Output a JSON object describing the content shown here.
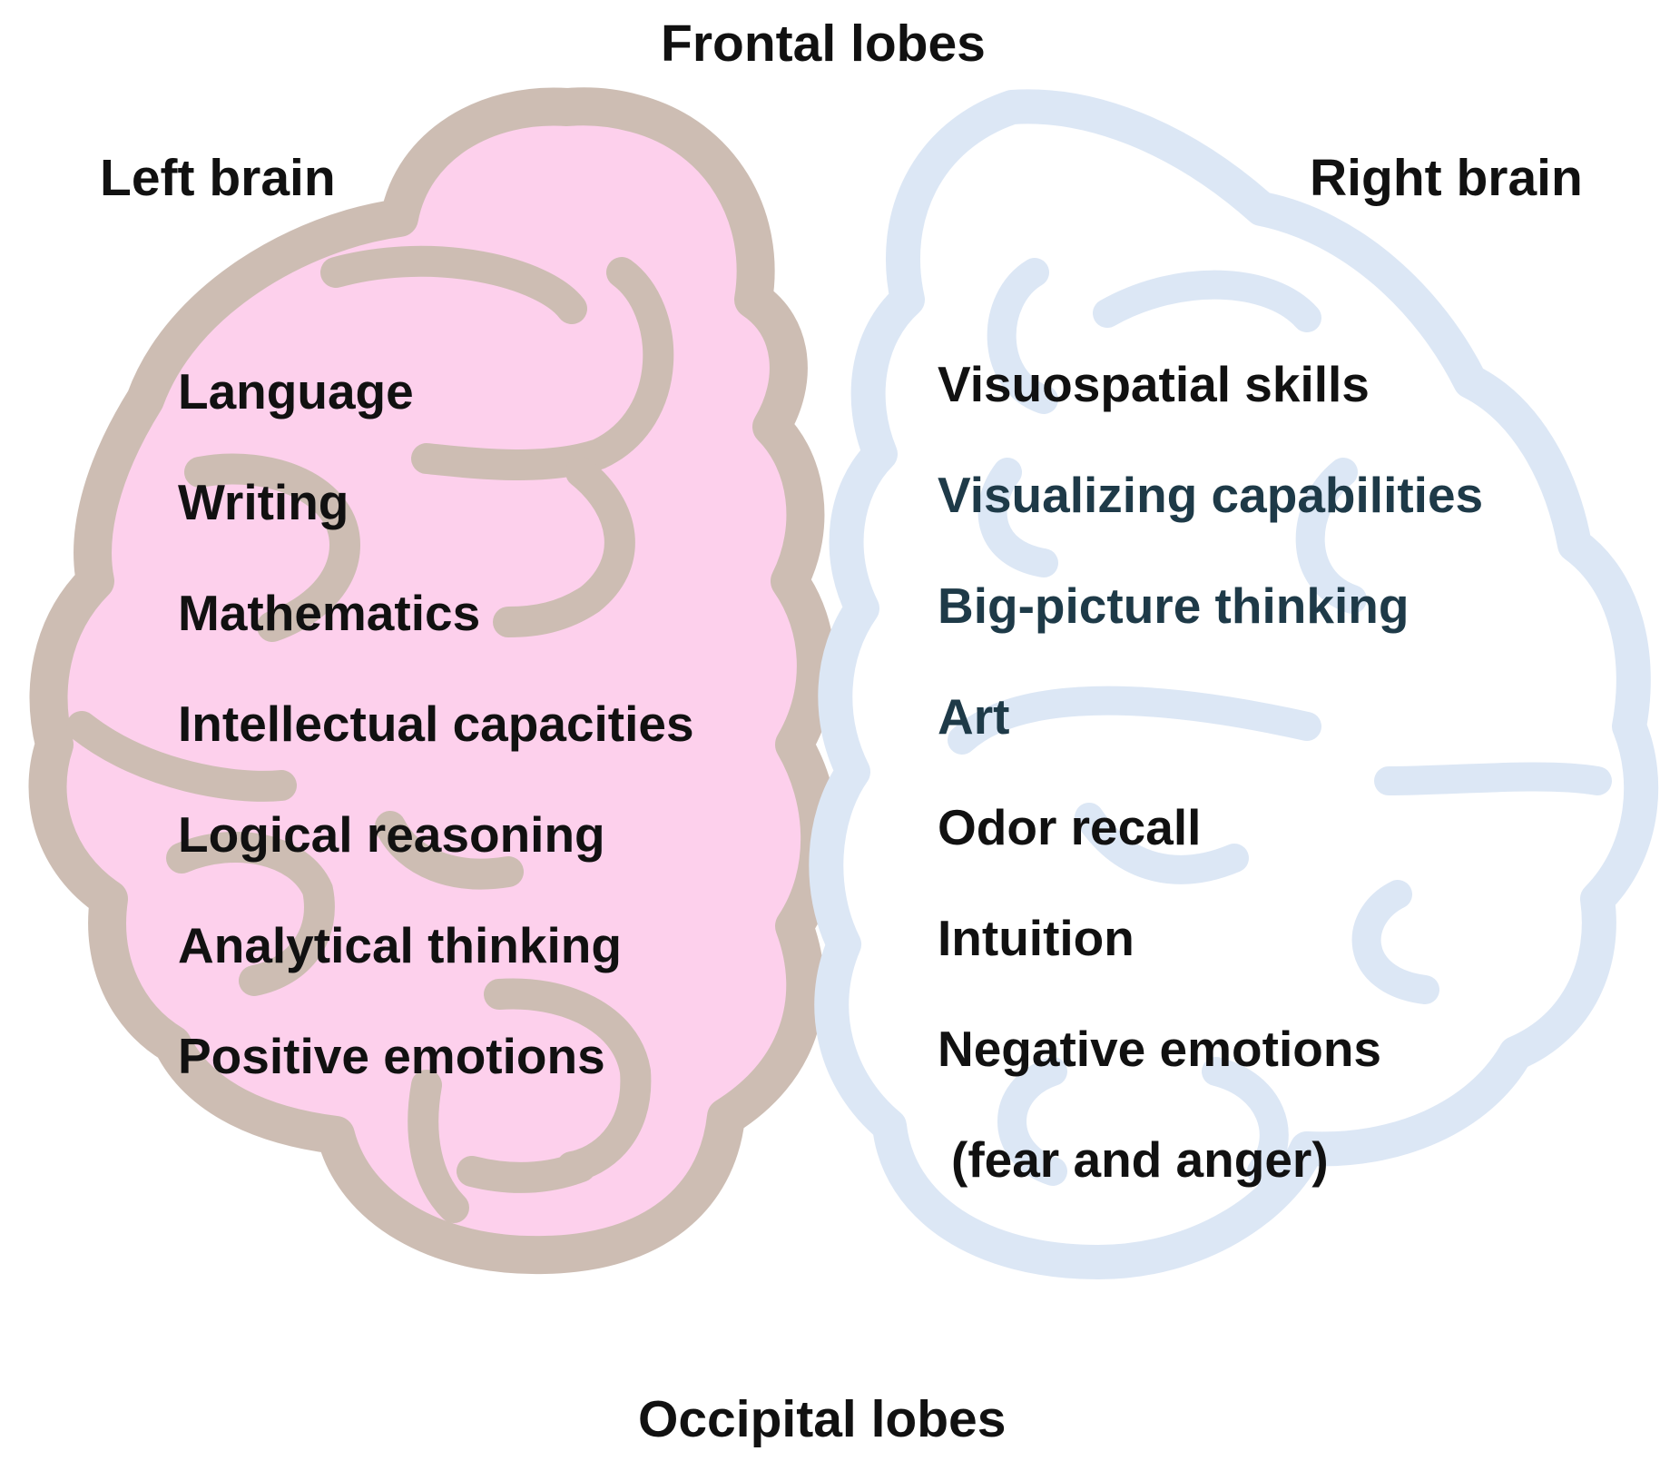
{
  "labels": {
    "top": "Frontal lobes",
    "bottom": "Occipital lobes",
    "left_hemisphere": "Left brain",
    "right_hemisphere": "Right brain"
  },
  "left_brain": {
    "fill_color": "#fdd0ec",
    "outline_color": "#cdbdb3",
    "text_color": "#111111",
    "items": [
      "Language",
      "Writing",
      "Mathematics",
      "Intellectual capacities",
      "Logical reasoning",
      "Analytical thinking",
      "Positive emotions"
    ]
  },
  "right_brain": {
    "fill_color": "#ffffff",
    "outline_color": "#dce7f5",
    "text_colors": {
      "dark": "#111111",
      "teal": "#1e3a48"
    },
    "items": [
      "Visuospatial skills",
      "Visualizing capabilities",
      "Big-picture thinking",
      "Art",
      "Odor recall",
      "Intuition",
      "Negative emotions",
      "(fear and anger)"
    ]
  }
}
